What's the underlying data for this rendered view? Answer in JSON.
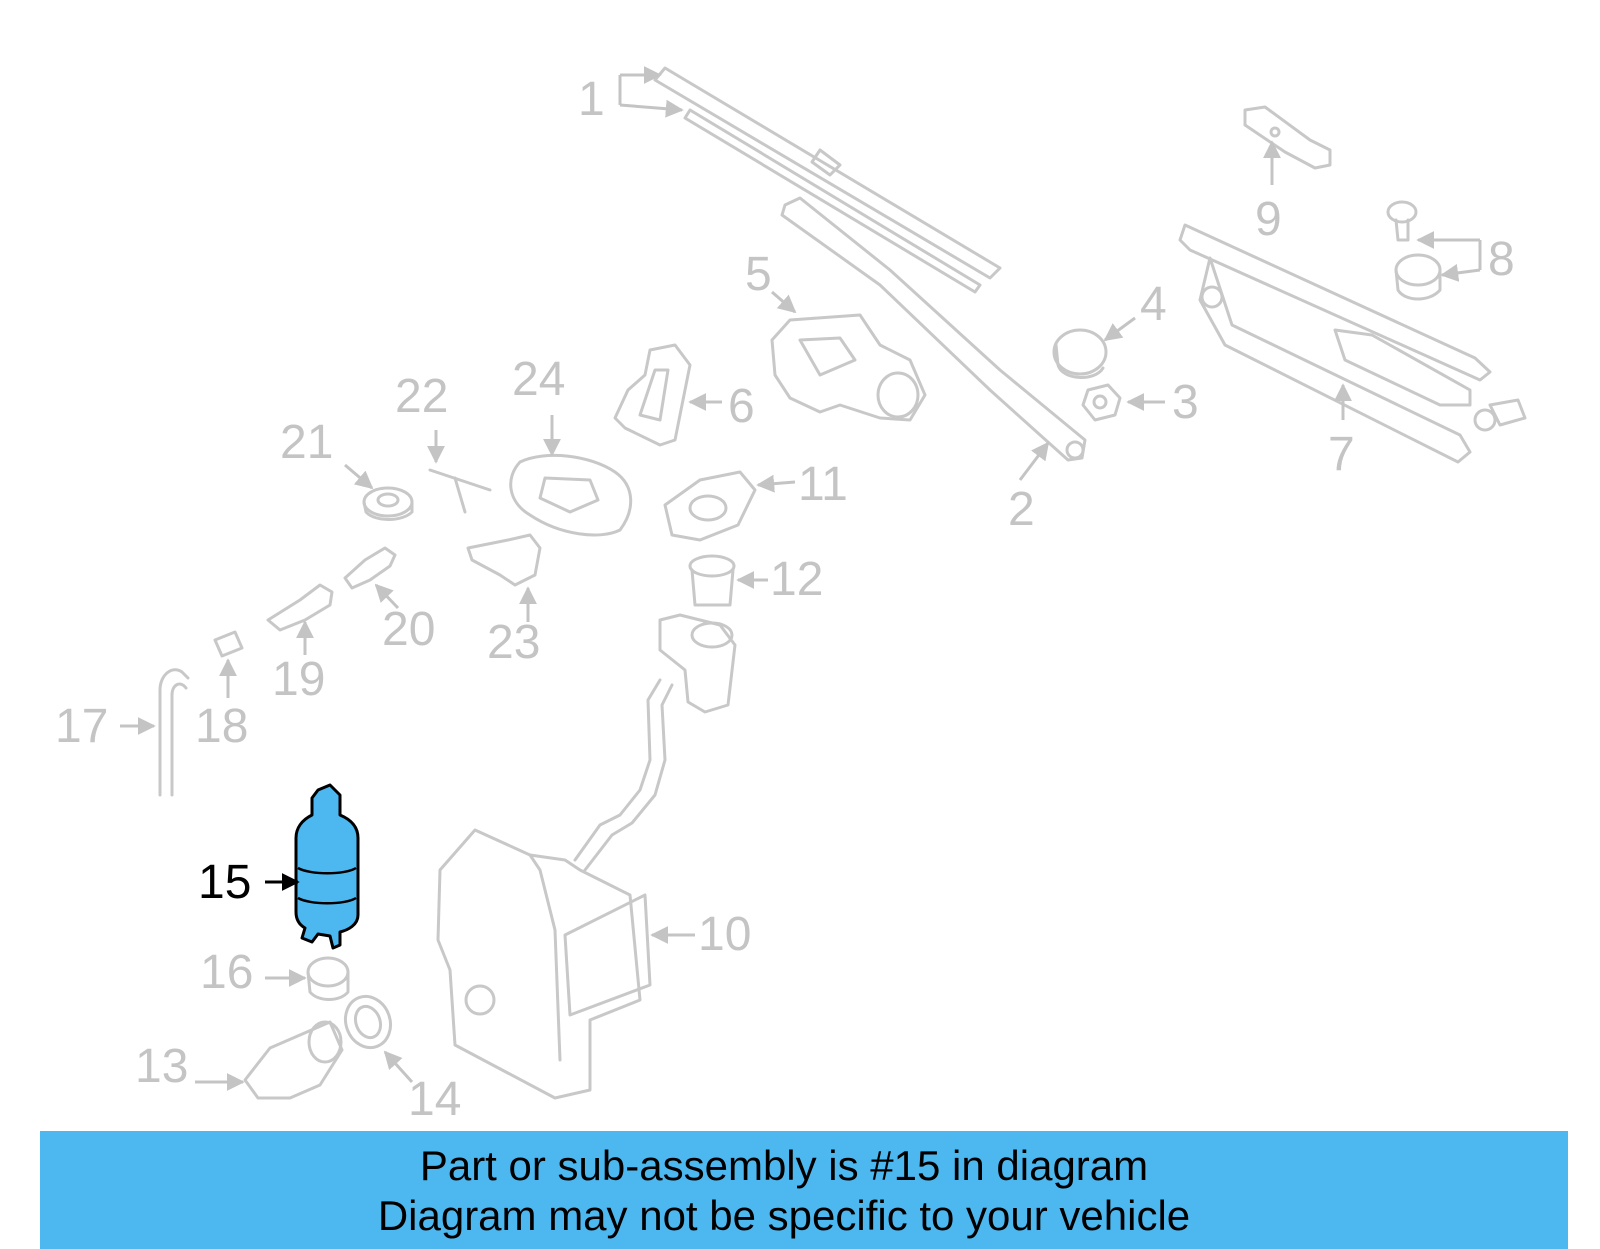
{
  "diagram": {
    "highlight_part": "15",
    "colors": {
      "ghost": "#c8c8c8",
      "highlight_fill": "#4db8f0",
      "highlight_stroke": "#000000",
      "banner_bg": "#4db8f0"
    },
    "callouts": [
      "1",
      "2",
      "3",
      "4",
      "5",
      "6",
      "7",
      "8",
      "9",
      "10",
      "11",
      "12",
      "13",
      "14",
      "15",
      "16",
      "17",
      "18",
      "19",
      "20",
      "21",
      "22",
      "23",
      "24"
    ]
  },
  "banner": {
    "line1": "Part or sub-assembly is #15 in diagram",
    "line2": "Diagram may not be specific to your vehicle"
  }
}
